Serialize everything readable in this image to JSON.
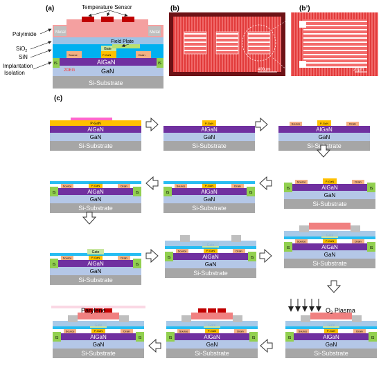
{
  "panel_labels": {
    "a": "(a)",
    "b": "(b)",
    "b_prime": "(b’)",
    "c": "(c)"
  },
  "panel_a": {
    "annotations": {
      "temperature_sensor": "Temperature Sensor",
      "polyimide": "Polyimide",
      "sio2": "SiO",
      "sio2_sub": "2",
      "sin": "SiN",
      "implantation": "Implantation",
      "isolation": "Isolation",
      "field_plate": "Field Plate"
    },
    "labels": {
      "metal": "Metal",
      "gate": "Gate",
      "pgan": "P-GaN",
      "source": "Source",
      "drain": "Drain",
      "tdeg": "2DEG",
      "algan": "AlGaN",
      "gan": "GaN",
      "substrate": "Si-Substrate",
      "is": "IS"
    }
  },
  "panel_b": {
    "scale_bar": "400μm"
  },
  "panel_bp": {
    "scale_bar": "20μm"
  },
  "steps": {
    "algan": "AlGaN",
    "gan": "GaN",
    "substrate": "Si-Substrate",
    "pgan": "P-GaN",
    "source": "Source",
    "drain": "Drain",
    "gate": "Gate",
    "is": "IS",
    "o2_plasma": "O",
    "o2_sub": "2",
    "o2_suffix": " Plasma",
    "parylene": "Parylene"
  },
  "colors": {
    "substrate": "#a6a6a6",
    "gan": "#b4c7e7",
    "algan": "#7030a0",
    "pgan": "#ffc000",
    "contact": "#f4b183",
    "sin": "#00b0f0",
    "sio2": "#9dc3e6",
    "is": "#92d050",
    "polyimide": "#f08080",
    "sensor": "#c00000",
    "photo_bg": "#6d1216",
    "photo_red": "#e03a3a"
  }
}
